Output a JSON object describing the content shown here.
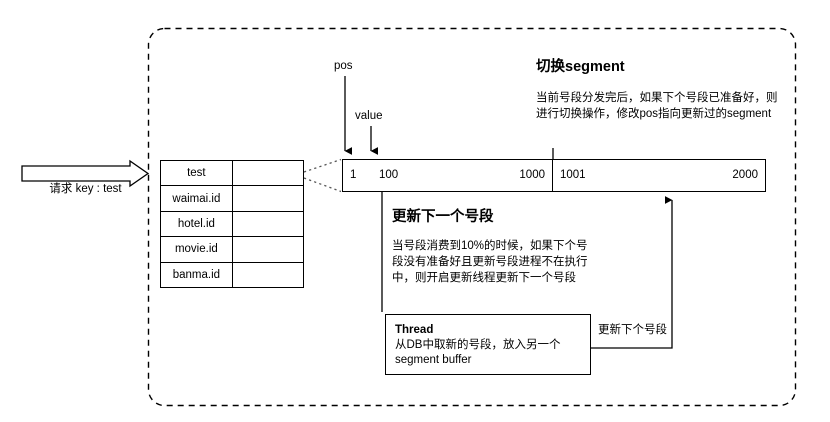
{
  "diagram": {
    "title": "segment-buffer-id-generator-flow",
    "container": {
      "style": "dashed-rounded-rectangle"
    }
  },
  "request": {
    "label": "请求 key : test",
    "arrow_icon": "block-arrow-right-icon"
  },
  "key_table": {
    "rows": [
      {
        "key": "test",
        "value": ""
      },
      {
        "key": "waimai.id",
        "value": ""
      },
      {
        "key": "hotel.id",
        "value": ""
      },
      {
        "key": "movie.id",
        "value": ""
      },
      {
        "key": "banma.id",
        "value": ""
      }
    ]
  },
  "pointers": {
    "pos": "pos",
    "value": "value"
  },
  "segments": [
    {
      "start": "1",
      "mid": "100",
      "end": "1000"
    },
    {
      "start": "1001",
      "mid": "",
      "end": "2000"
    }
  ],
  "notes": {
    "switch_segment": {
      "title": "切换segment",
      "body": "当前号段分发完后，如果下个号段已准备好，则进行切换操作，修改pos指向更新过的segment"
    },
    "update_next_segment": {
      "title": "更新下一个号段",
      "body": "当号段消费到10%的时候，如果下个号段没有准备好且更新号段进程不在执行中，则开启更新线程更新下一个号段"
    }
  },
  "thread_box": {
    "title": "Thread",
    "body": "从DB中取新的号段，放入另一个 segment buffer"
  },
  "feedback_arrow": {
    "label": "更新下个号段",
    "icon": "arrow-up-icon"
  },
  "colors": {
    "stroke": "#000000",
    "background": "#ffffff",
    "text": "#000000"
  }
}
